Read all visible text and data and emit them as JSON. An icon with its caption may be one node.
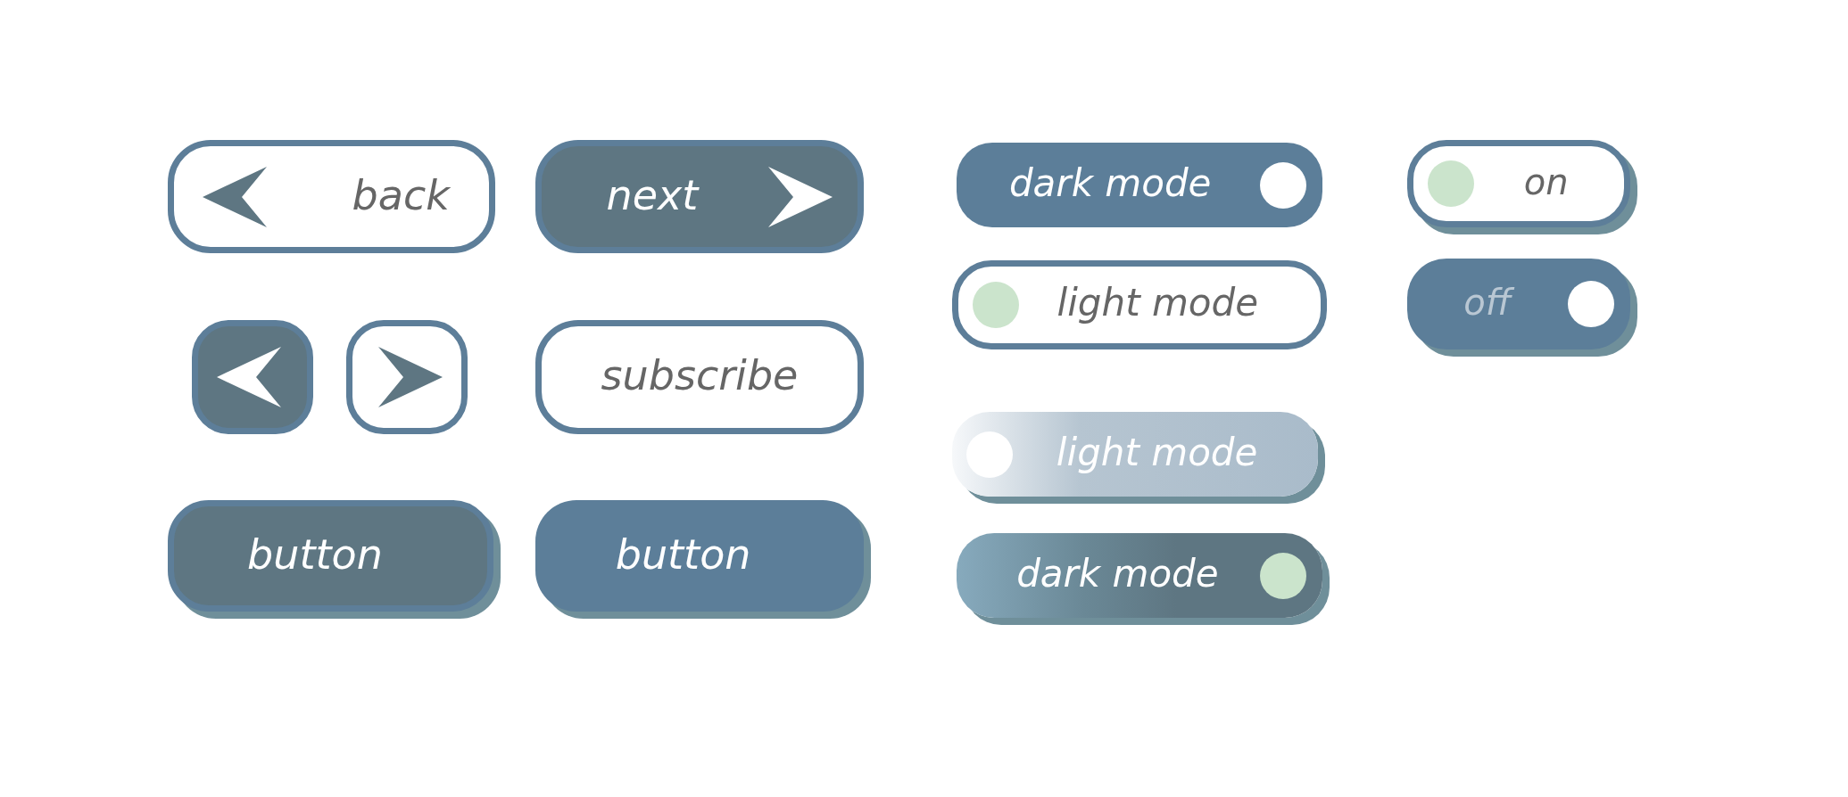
{
  "diagram": {
    "nodes": [
      {
        "text": [
          "back"
        ]
      },
      {
        "text": [
          "next"
        ]
      },
      {
        "text": [
          "dark mode"
        ]
      },
      {
        "text": [
          "on"
        ]
      },
      {
        "text": [
          "light mode"
        ]
      },
      {
        "text": [
          "off"
        ]
      },
      {
        "text": [],
        "shape": "box"
      },
      {
        "text": [],
        "shape": "box"
      },
      {
        "text": [
          "subscribe"
        ]
      },
      {
        "text": [
          "light mode"
        ]
      },
      {
        "text": [
          "button"
        ]
      },
      {
        "text": [
          "button"
        ]
      },
      {
        "text": [
          "dark mode"
        ]
      }
    ]
  }
}
